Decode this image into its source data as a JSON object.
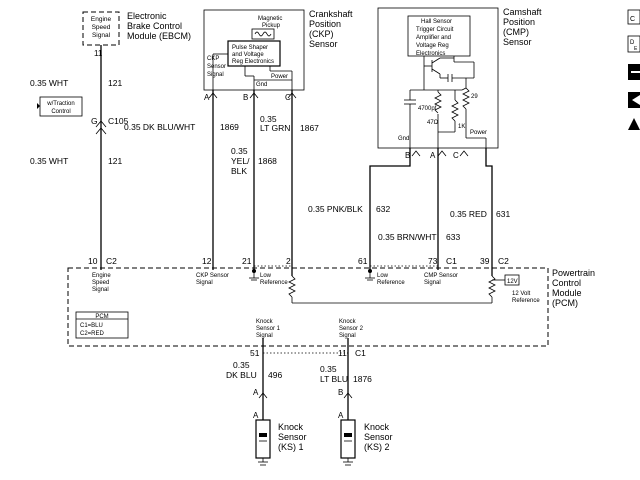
{
  "ebcm": {
    "box": [
      "Engine",
      "Speed",
      "Signal"
    ],
    "title": [
      "Electronic",
      "Brake Control",
      "Module (EBCM)"
    ],
    "pin": "11",
    "wire1_color": "0.35 WHT",
    "wire1_circuit": "121",
    "connector_pin": "G",
    "connector": "C105",
    "traction": [
      "w/Traction",
      "Control"
    ],
    "wire2_color": "0.35 WHT",
    "wire2_circuit": "121"
  },
  "ckp": {
    "title": [
      "Crankshaft",
      "Position",
      "(CKP)",
      "Sensor"
    ],
    "pickup": [
      "Magnetic",
      "Pickup"
    ],
    "shaper": [
      "Pulse Shaper",
      "and Voltage",
      "Reg Electronics"
    ],
    "signal": [
      "CKP",
      "Sensor",
      "Signal"
    ],
    "gnd": "Gnd",
    "power": "Power",
    "pin_a": "A",
    "pin_b": "B",
    "pin_c": "C",
    "wire_a_color": "0.35 DK BLU/WHT",
    "wire_a_circuit": "1869",
    "wire_b": [
      "0.35",
      "YEL/",
      "BLK"
    ],
    "wire_b_circuit": "1868",
    "wire_c": [
      "0.35",
      "LT GRN"
    ],
    "wire_c_circuit": "1867"
  },
  "cmp": {
    "title": [
      "Camshaft",
      "Position",
      "(CMP)",
      "Sensor"
    ],
    "box": [
      "Hall Sensor",
      "Trigger Circuit",
      "Amplifier and",
      "Voltage Reg",
      "Electronics"
    ],
    "cap": "4700pf",
    "r1": "47Ω",
    "r2": "1K",
    "r3": "29",
    "gnd": "Gnd",
    "power": "Power",
    "pin_b": "B",
    "pin_a": "A",
    "pin_c": "C",
    "wire_b_color": "0.35 PNK/BLK",
    "wire_b_circuit": "632",
    "wire_a_color": "0.35 BRN/WHT",
    "wire_a_circuit": "633",
    "wire_c_color": "0.35 RED",
    "wire_c_circuit": "631"
  },
  "pcm": {
    "title": [
      "Powertrain",
      "Control",
      "Module",
      "(PCM)"
    ],
    "pins": {
      "p10": "10",
      "c2a": "C2",
      "p12": "12",
      "p21": "21",
      "p2": "2",
      "p61": "61",
      "p73": "73",
      "c1a": "C1",
      "p39": "39",
      "c2b": "C2",
      "p51": "51",
      "p11": "11",
      "c1b": "C1"
    },
    "engine_speed": [
      "Engine",
      "Speed",
      "Signal"
    ],
    "ckp_signal": [
      "CKP Sensor",
      "Signal"
    ],
    "low_ref1": [
      "Low",
      "Reference"
    ],
    "low_ref2": [
      "Low",
      "Reference"
    ],
    "cmp_signal": [
      "CMP Sensor",
      "Signal"
    ],
    "volt12": [
      "12V"
    ],
    "volt12_ref": [
      "12 Volt",
      "Reference"
    ],
    "legend_title": "PCM",
    "legend_c1": "C1=BLU",
    "legend_c2": "C2=RED",
    "ks1_signal": [
      "Knock",
      "Sensor 1",
      "Signal"
    ],
    "ks2_signal": [
      "Knock",
      "Sensor 2",
      "Signal"
    ]
  },
  "knock": {
    "wire1": [
      "0.35",
      "DK BLU"
    ],
    "wire1_circuit": "496",
    "wire2": [
      "0.35",
      "LT BLU"
    ],
    "wire2_circuit": "1876",
    "pin1a": "A",
    "pin1b": "A",
    "pin2a": "B",
    "pin2b": "A",
    "ks1_label": [
      "Knock",
      "Sensor",
      "(KS) 1"
    ],
    "ks2_label": [
      "Knock",
      "Sensor",
      "(KS) 2"
    ]
  },
  "legend_side": {
    "i1": "C",
    "i2": "D",
    "i2b": "E"
  }
}
